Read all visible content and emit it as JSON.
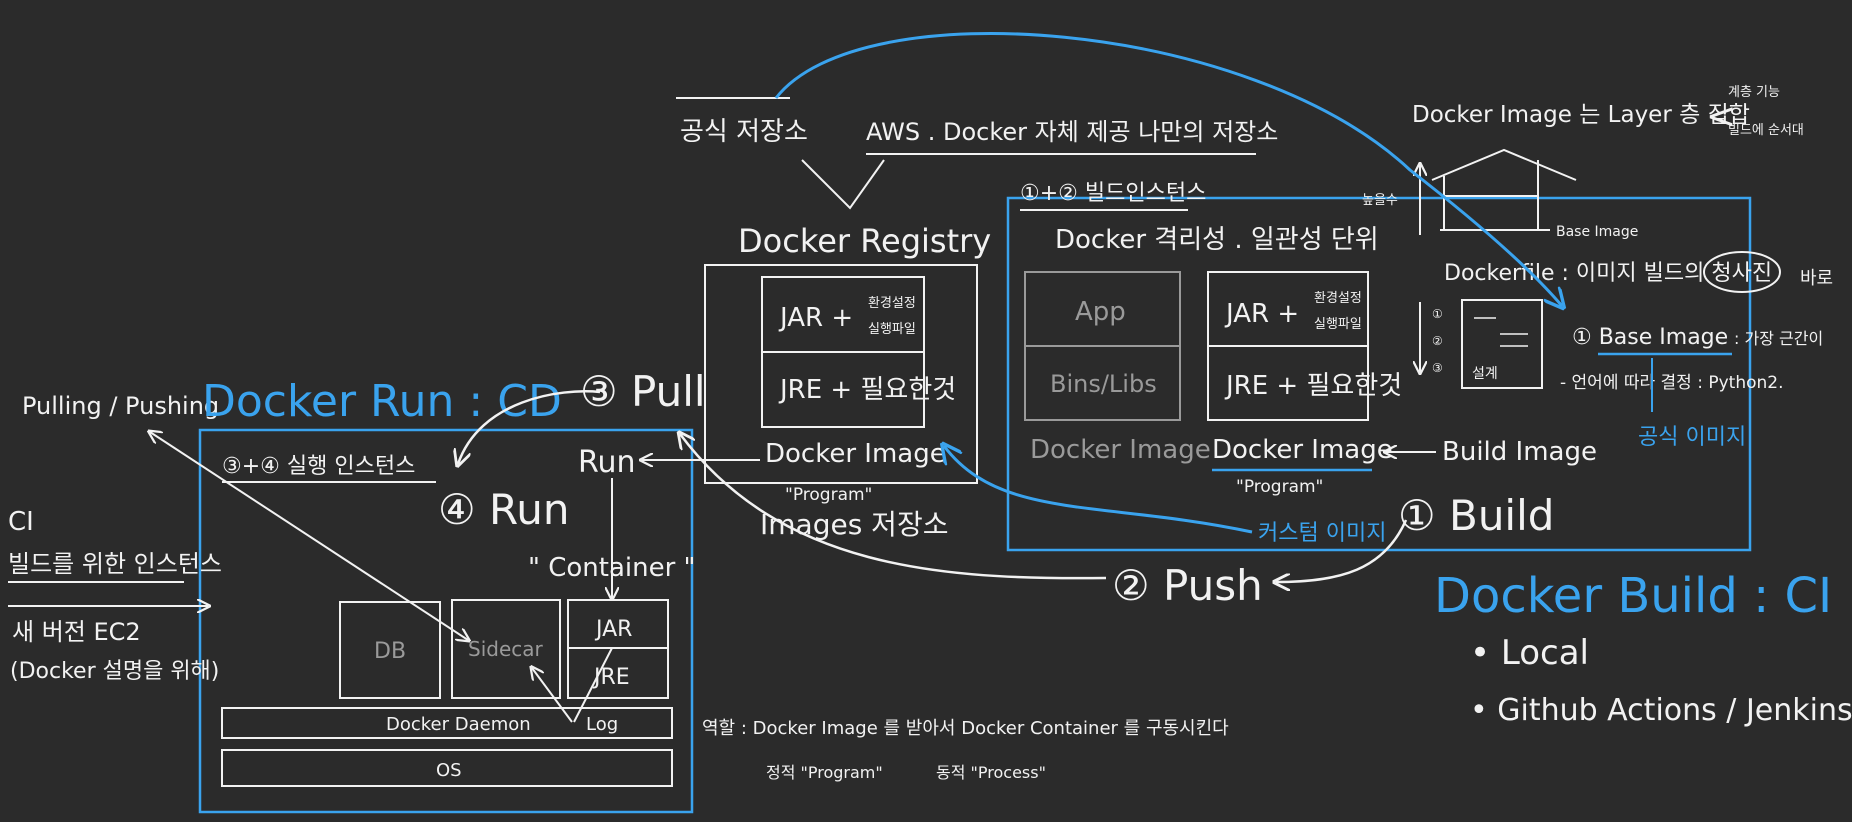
{
  "colors": {
    "background": "#2b2b2b",
    "chalk": "#f2f2f2",
    "dim": "#9a9a9a",
    "accent_blue": "#3aa3ee"
  },
  "registry": {
    "official_label": "공식 저장소",
    "aws_label": "AWS . Docker 자체 제공 나만의 저장소",
    "title": "Docker Registry",
    "jar_label": "JAR +",
    "jar_note_1": "환경설정",
    "jar_note_2": "실행파일",
    "jre_label": "JRE + 필요한것",
    "image_label": "Docker Image",
    "image_quote": "\"Program\"",
    "storage_label": "Images 저장소"
  },
  "build": {
    "instance_label": "①+② 빌드인스턴스",
    "isolation_label": "Docker 격리성 . 일관성 단위",
    "app_label": "App",
    "libs_label": "Bins/Libs",
    "left_image_label": "Docker Image",
    "jar_label": "JAR +",
    "jar_note_1": "환경설정",
    "jar_note_2": "실행파일",
    "jre_label": "JRE + 필요한것",
    "image_label": "Docker Image",
    "image_quote": "\"Program\"",
    "build_image_label": "Build Image",
    "custom_image_label": "커스텀 이미지",
    "build_step": "① Build",
    "push_step": "② Push",
    "section_title": "Docker Build : CI",
    "bullet_1": "Local",
    "bullet_2": "Github Actions / Jenkins"
  },
  "layers": {
    "headline": "Docker Image 는 Layer 층 집합",
    "side_note_1": "계층 기능",
    "side_note_2": "빌드에 순서대",
    "height_label": "높을수",
    "base_tag": "Base Image",
    "dockerfile_line": "Dockerfile : 이미지 빌드의 청사진",
    "arrow_note": "바로",
    "base_image_item": "① Base Image",
    "base_image_note": ": 가장 근간이",
    "language_line": "- 언어에 따라 결정 : Python2.",
    "official_image": "공식 이미지",
    "doc_title": "설계"
  },
  "run": {
    "pulling_label": "Pulling / Pushing",
    "section_title": "Docker Run : CD",
    "pull_step": "③ Pull",
    "instance_label": "③+④ 실행 인스턴스",
    "run_label": "Run",
    "run_step": "④ Run",
    "container_label": "\" Container \"",
    "db_label": "DB",
    "sidecar_label": "Sidecar",
    "jar_label": "JAR",
    "jre_label": "JRE",
    "daemon_label": "Docker Daemon",
    "log_label": "Log",
    "os_label": "OS",
    "role_prefix": "역할 :",
    "role_image": "Docker Image",
    "role_image_suffix": "를 받아서",
    "role_container": "Docker Container",
    "role_container_suffix": "를 구동시킨다",
    "static_note": "정적 \"Program\"",
    "dynamic_note": "동적 \"Process\""
  },
  "ci": {
    "ci_label": "CI",
    "instance_label": "빌드를 위한 인스턴스",
    "ec2_label": "새 버전 EC2",
    "docker_note": "(Docker 설명을 위해)"
  }
}
